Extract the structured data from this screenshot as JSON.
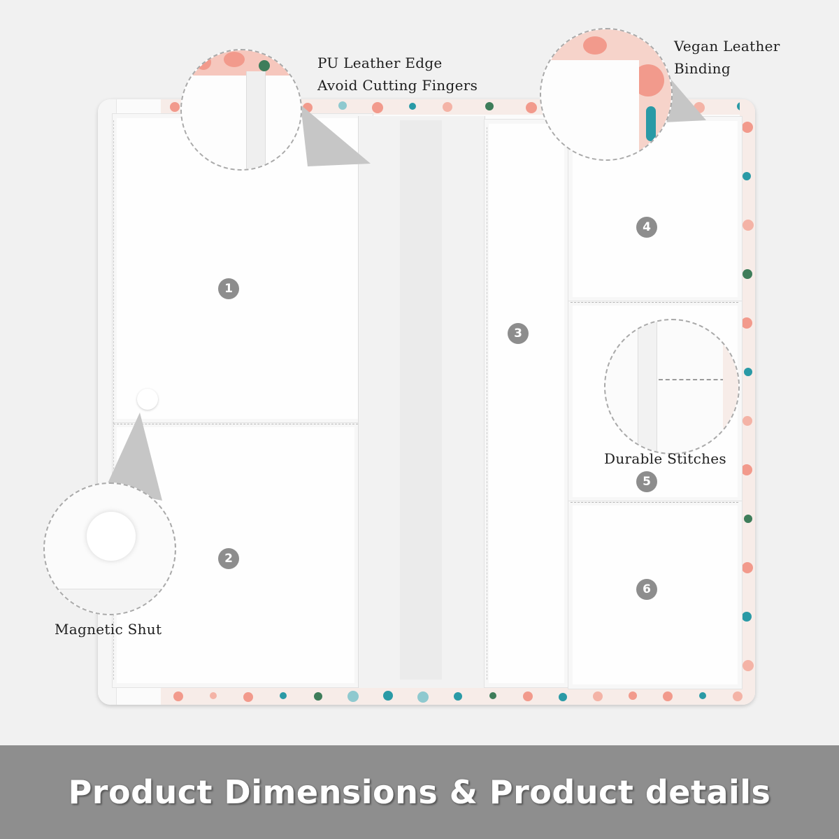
{
  "callouts": {
    "pu_edge": {
      "line1": "PU Leather Edge",
      "line2": "Avoid Cutting Fingers"
    },
    "vegan": {
      "line1": "Vegan Leather",
      "line2": "Binding"
    },
    "stitches": {
      "label": "Durable Stitches"
    },
    "magnetic": {
      "label": "Magnetic Shut"
    }
  },
  "pockets": [
    "1",
    "2",
    "3",
    "4",
    "5",
    "6"
  ],
  "banner": {
    "title": "Product Dimensions & Product details"
  },
  "colors": {
    "background": "#f1f1f1",
    "banner": "#8e8e8e",
    "badge": "#8d8d8d",
    "floral_pink": "#f29a8c",
    "floral_teal": "#2a9aa6",
    "floral_green": "#3e7d5a"
  },
  "icons": [
    "magnet-button-icon",
    "floral-pattern"
  ]
}
